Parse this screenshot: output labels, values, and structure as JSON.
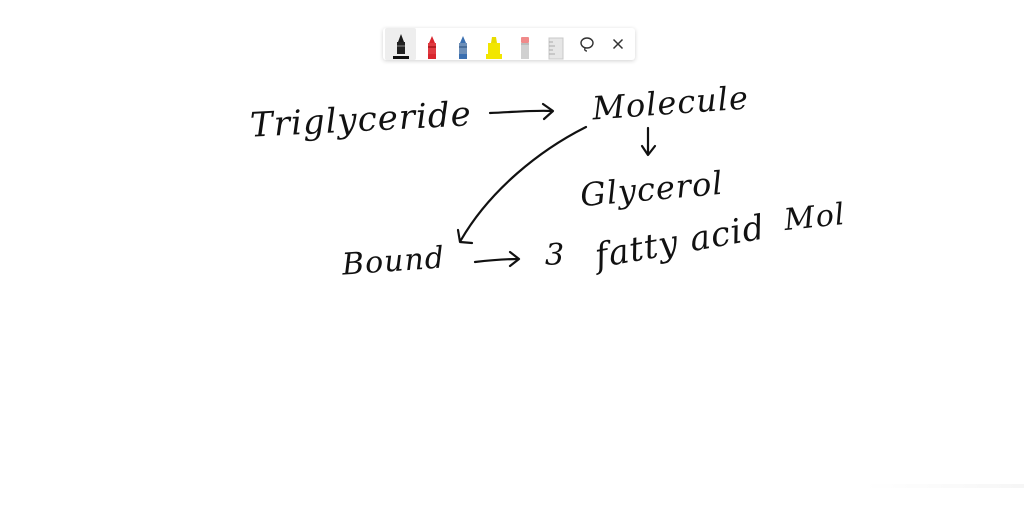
{
  "toolbar": {
    "tools": [
      {
        "name": "black-pen",
        "color": "#1a1a1a",
        "selected": true
      },
      {
        "name": "red-pen",
        "color": "#d9262e",
        "selected": false
      },
      {
        "name": "blue-pen",
        "color": "#3a6fb0",
        "selected": false
      },
      {
        "name": "yellow-highlighter",
        "color": "#f2e600",
        "selected": false
      },
      {
        "name": "eraser",
        "color": "#f08a8a",
        "selected": false
      },
      {
        "name": "ruler",
        "color": "#cfcfcf",
        "selected": false
      }
    ],
    "actions": [
      {
        "name": "lasso-icon",
        "glyph": "◌"
      },
      {
        "name": "close-icon",
        "glyph": "×"
      }
    ]
  },
  "notes": {
    "triglyceride": "Triglyceride",
    "molecule": "Molecule",
    "glycerol": "Glycerol",
    "bound": "Bound",
    "three": "3",
    "fatty_acid": "fatty acid",
    "mol": "Mol"
  },
  "ink_color": "#111111"
}
